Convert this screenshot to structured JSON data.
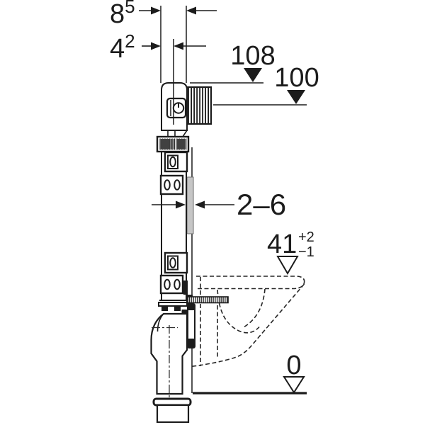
{
  "labels": {
    "dim85": {
      "base": "8",
      "sup": "5"
    },
    "dim42": {
      "base": "4",
      "sup": "2"
    },
    "level108": "108",
    "level100": "100",
    "wallRange": "2–6",
    "seat41": {
      "base": "41",
      "tol_plus": "+2",
      "tol_minus": "−1"
    },
    "level0": "0"
  },
  "colors": {
    "line": "#1c1c1c",
    "background": "#ffffff",
    "wall_finish_band": "#c6c6c6",
    "dark_fill": "#414141"
  },
  "icons": {
    "flush_actuator": "power-button-icon",
    "level_marker_filled": "triangle-down-filled-icon",
    "level_marker_open": "triangle-down-open-icon",
    "dimension_arrow": "arrowhead-icon"
  }
}
